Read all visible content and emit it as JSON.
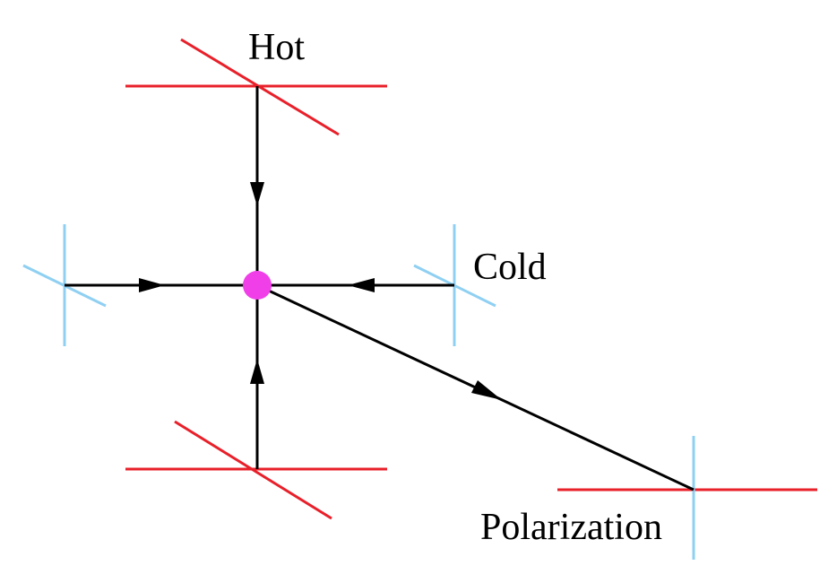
{
  "labels": {
    "hot": "Hot",
    "cold": "Cold",
    "polarization": "Polarization"
  },
  "colors": {
    "hot_fixed_point": "#e8202a",
    "cold_fixed_point": "#8fd0f2",
    "central_fixed_point": "#f03ee8",
    "flow_lines": "#000000"
  },
  "nodes": [
    {
      "id": "hot-top",
      "kind": "hot"
    },
    {
      "id": "hot-bottom",
      "kind": "hot"
    },
    {
      "id": "cold-left",
      "kind": "cold"
    },
    {
      "id": "cold-right",
      "kind": "cold"
    },
    {
      "id": "polarization",
      "kind": "mixed"
    },
    {
      "id": "center",
      "kind": "central"
    }
  ],
  "flows": [
    {
      "from": "hot-top",
      "to": "center"
    },
    {
      "from": "hot-bottom",
      "to": "center"
    },
    {
      "from": "cold-left",
      "to": "center"
    },
    {
      "from": "cold-right",
      "to": "center"
    },
    {
      "from": "center",
      "to": "polarization"
    }
  ]
}
